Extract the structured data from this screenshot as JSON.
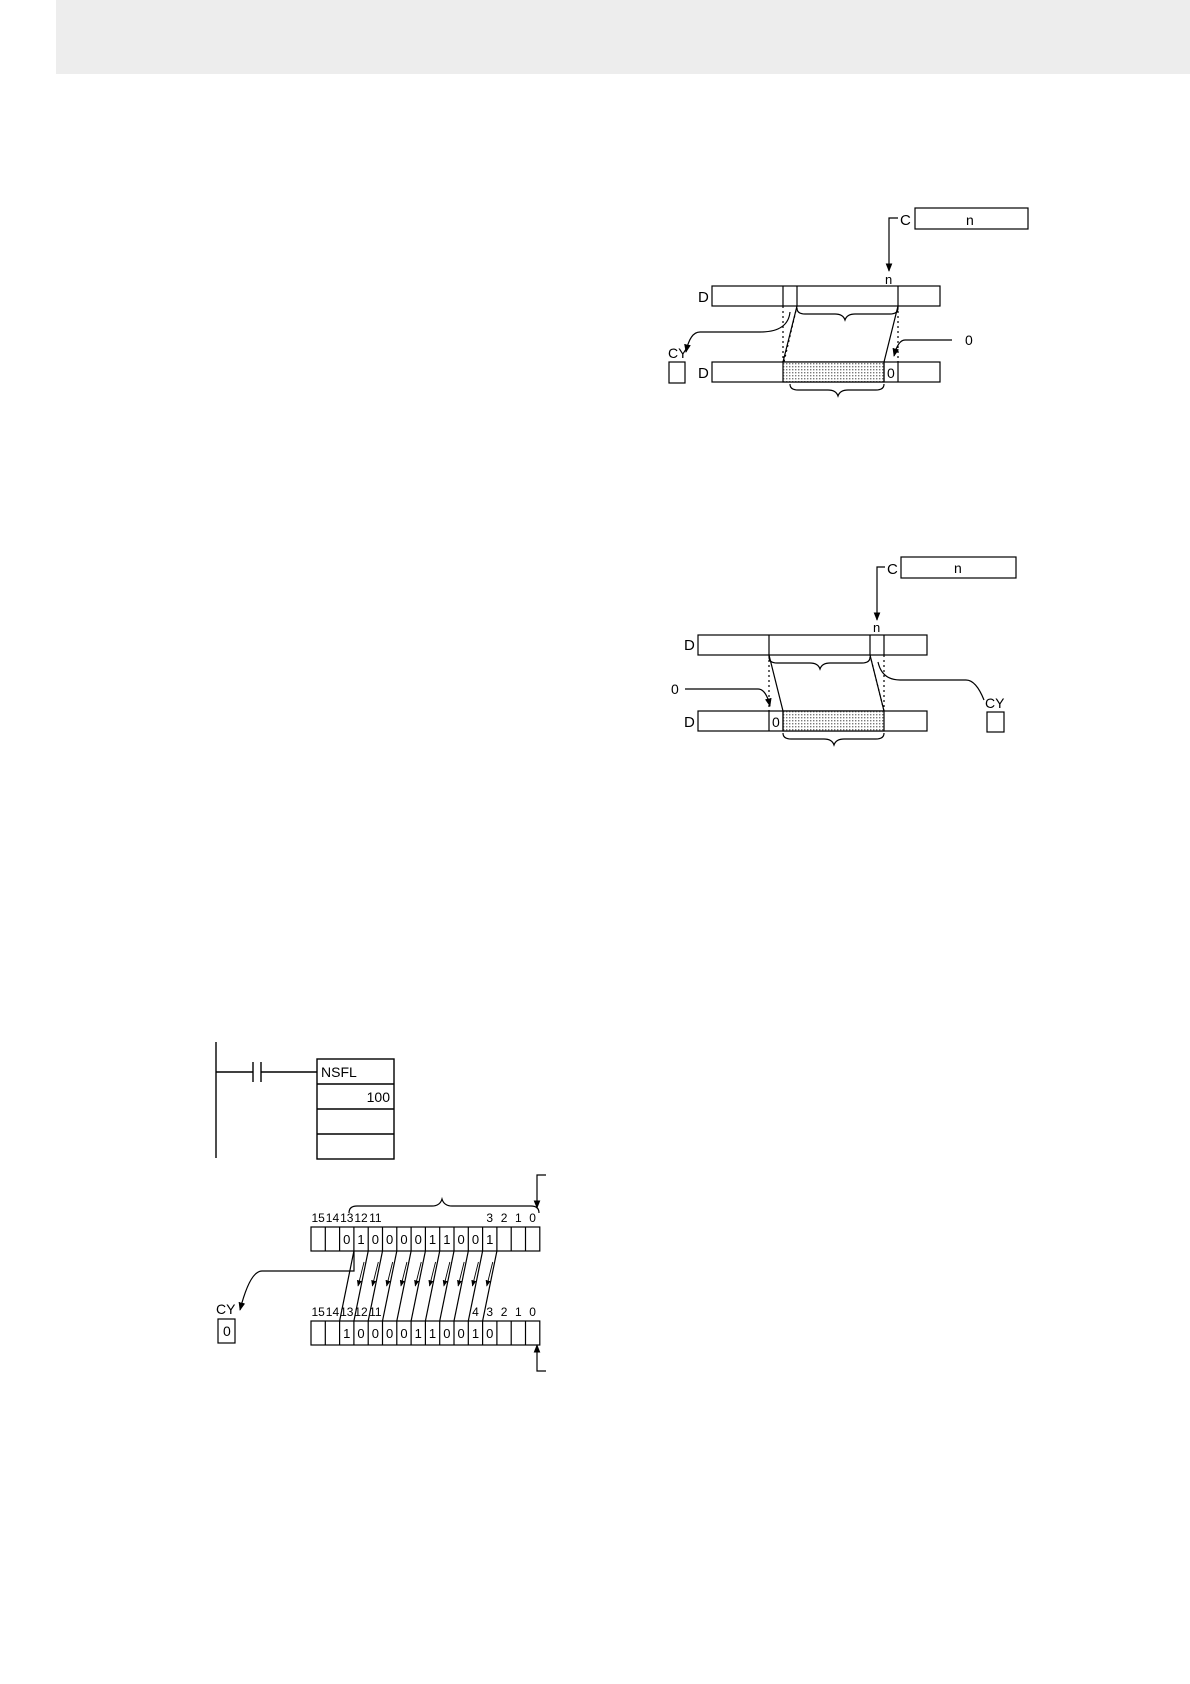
{
  "diagram1": {
    "c_label": "C",
    "n_box": "n",
    "n_label": "n",
    "d_top": "D",
    "d_bottom": "D",
    "cy_label": "CY",
    "zero_in": "0",
    "zero_cell": "0"
  },
  "diagram2": {
    "c_label": "C",
    "n_box": "n",
    "n_label": "n",
    "d_top": "D",
    "d_bottom": "D",
    "cy_label": "CY",
    "zero_in": "0",
    "zero_cell": "0"
  },
  "ladder": {
    "instruction": "NSFL",
    "operand_1": "100"
  },
  "example": {
    "bit_labels_top": [
      "15",
      "14",
      "13",
      "12",
      "11",
      "3",
      "2",
      "1",
      "0"
    ],
    "bit_labels_bottom": [
      "15",
      "14",
      "13",
      "12",
      "11",
      "4",
      "3",
      "2",
      "1",
      "0"
    ],
    "before_bits": [
      "",
      "",
      "0",
      "1",
      "0",
      "0",
      "0",
      "0",
      "1",
      "1",
      "0",
      "0",
      "1",
      "",
      "",
      ""
    ],
    "after_bits": [
      "",
      "",
      "1",
      "0",
      "0",
      "0",
      "0",
      "1",
      "1",
      "0",
      "0",
      "1",
      "0",
      "",
      "",
      ""
    ],
    "cy_label": "CY",
    "cy_value": "0"
  }
}
